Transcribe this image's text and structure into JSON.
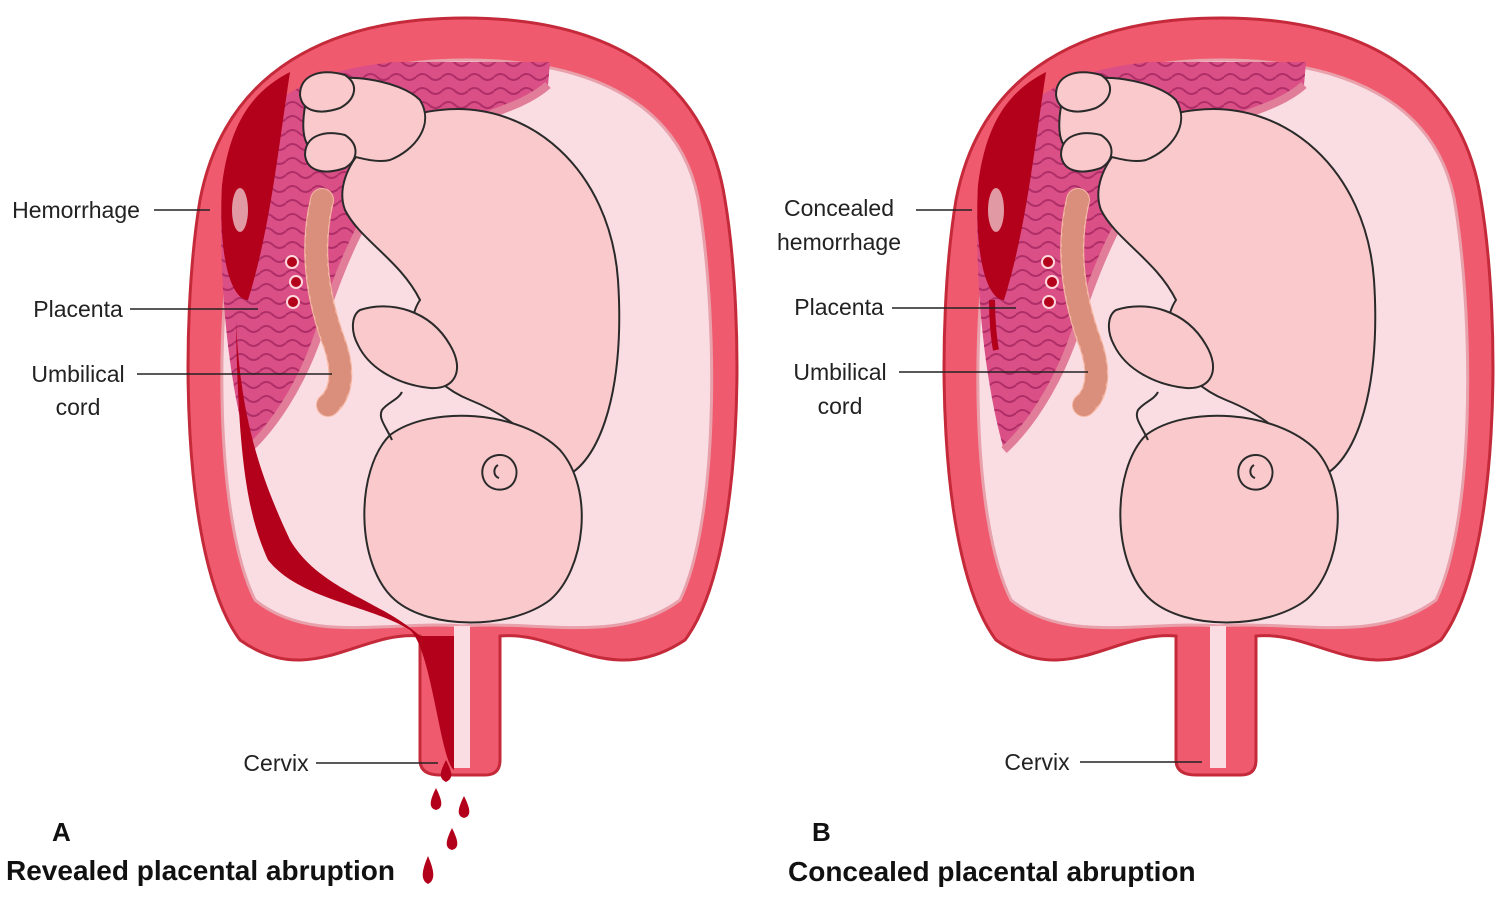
{
  "colors": {
    "uterus_wall": "#f05a6e",
    "wall_outline": "#c42a3a",
    "cavity": "#fadde2",
    "placenta": "#d94f86",
    "hemorrhage": "#b3001b",
    "fetus": "#f9c9cc",
    "cord": "#f6b8a6",
    "leader_line": "#222222"
  },
  "panels": [
    {
      "letter": "A",
      "caption": "Revealed placental abruption",
      "labels": {
        "hemorrhage": "Hemorrhage",
        "placenta": "Placenta",
        "umbilical": "Umbilical",
        "cord": "cord",
        "cervix": "Cervix"
      }
    },
    {
      "letter": "B",
      "caption": "Concealed placental abruption",
      "labels": {
        "hemorrhage_1": "Concealed",
        "hemorrhage_2": "hemorrhage",
        "placenta": "Placenta",
        "umbilical": "Umbilical",
        "cord": "cord",
        "cervix": "Cervix"
      }
    }
  ]
}
